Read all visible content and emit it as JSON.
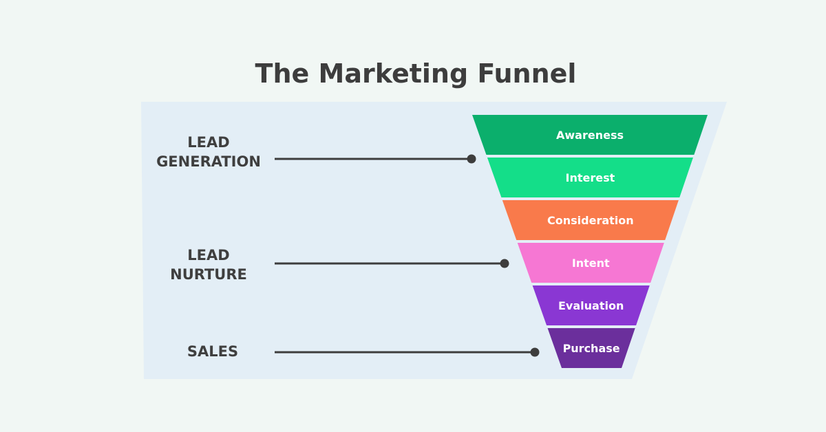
{
  "title": "The Marketing Funnel",
  "funnel": {
    "stages": [
      {
        "label": "Awareness",
        "color": "#0baf6c"
      },
      {
        "label": "Interest",
        "color": "#14de89"
      },
      {
        "label": "Consideration",
        "color": "#f97a4b"
      },
      {
        "label": "Intent",
        "color": "#f677d3"
      },
      {
        "label": "Evaluation",
        "color": "#8a37d3"
      },
      {
        "label": "Purchase",
        "color": "#6b2f9c"
      }
    ]
  },
  "groups": [
    {
      "lines": [
        "LEAD",
        "GENERATION"
      ],
      "stage_index": 0
    },
    {
      "lines": [
        "LEAD",
        "NURTURE"
      ],
      "stage_index": 3
    },
    {
      "lines": [
        "SALES"
      ],
      "stage_index": 5
    }
  ],
  "colors": {
    "background": "#f1f7f4",
    "panel": "#e3eef6",
    "connector": "#3d3d3d",
    "title": "#3d3d3d",
    "group_text": "#3f3f3f"
  }
}
